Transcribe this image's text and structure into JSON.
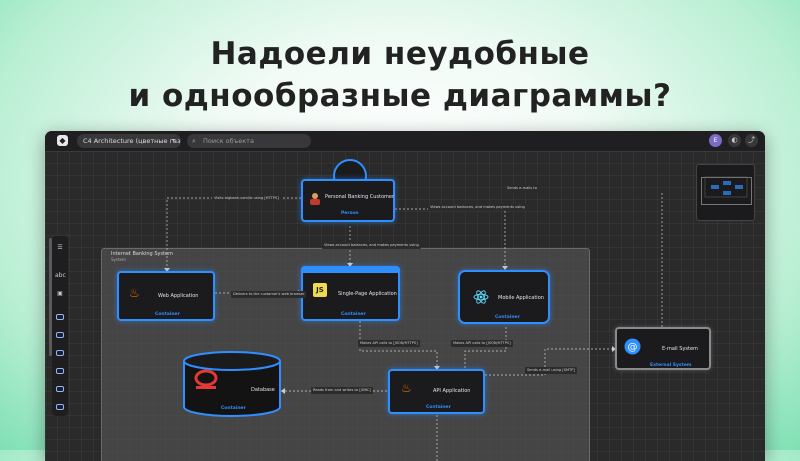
{
  "headline": {
    "line1": "Надоели неудобные",
    "line2": "и однообразные диаграммы?"
  },
  "topbar": {
    "logo_char": "◆",
    "title": "C4 Architecture (цветные газе...",
    "search_placeholder": "Поиск объекта",
    "avatar_initial": "E"
  },
  "leftbar": {
    "labels": [
      "abc"
    ]
  },
  "boundary": {
    "name": "Internet Banking System",
    "type": "System"
  },
  "nodes": {
    "customer": {
      "title": "Personal Banking Customer",
      "type": "Person"
    },
    "web_app": {
      "title": "Web Application",
      "type": "Container"
    },
    "spa": {
      "title": "Single-Page Application",
      "type": "Container"
    },
    "mobile": {
      "title": "Mobile Application",
      "type": "Container"
    },
    "database": {
      "title": "Database",
      "type": "Container"
    },
    "api": {
      "title": "API Application",
      "type": "Container"
    },
    "email": {
      "title": "E-mail System",
      "type": "External System"
    }
  },
  "edges": {
    "visits": "Visits bigbank.com/ib using [HTTPS]",
    "views_spa": "Views account balances, and makes payments using",
    "views_mobile": "Views account balances, and makes payments using",
    "sends_email": "Sends e-mails to",
    "delivers": "Delivers to the customer's web browser",
    "api_spa": "Makes API calls to [JSON/HTTPS]",
    "api_mobile": "Makes API calls to [JSON/HTTPS]",
    "db": "Reads from and writes to [JDBC]",
    "smtp": "Sends e-mail using [SMTP]"
  },
  "colors": {
    "accent": "#2f8fff",
    "canvas": "#2a2a2a",
    "database_red": "#e53935"
  }
}
